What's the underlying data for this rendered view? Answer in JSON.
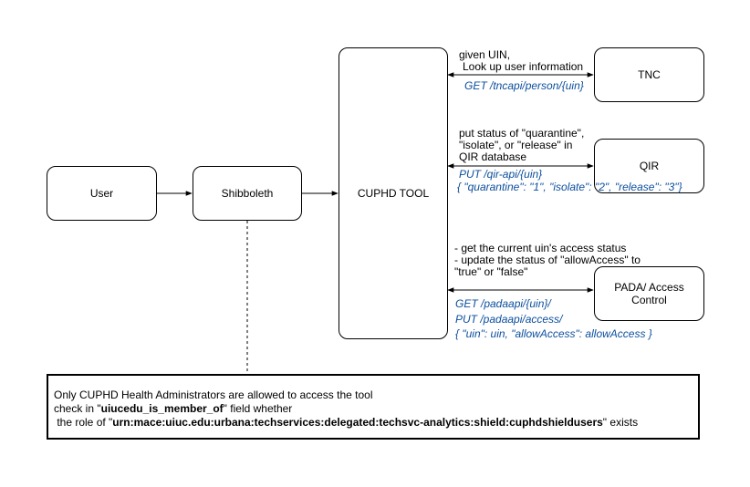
{
  "nodes": {
    "user": "User",
    "shibboleth": "Shibboleth",
    "cuphd_tool": "CUPHD TOOL",
    "tnc": "TNC",
    "qir": "QIR",
    "pada": "PADA/ Access Control"
  },
  "tnc_link": {
    "line1": "given UIN,",
    "line2": "Look up user information",
    "api": "GET /tncapi/person/{uin}"
  },
  "qir_link": {
    "line1": "put status of \"quarantine\",",
    "line2": "\"isolate\", or \"release\" in",
    "line3": "QIR database",
    "api": "PUT /qir-api/{uin}",
    "payload": "{ \"quarantine\": \"1\", \"isolate\": \"2\", \"release\": \"3\"}"
  },
  "pada_link": {
    "line1": "- get the current uin's access status",
    "line2": "- update the status of \"allowAccess\" to",
    "line3": "\"true\" or \"false\"",
    "api_get": "GET  /padaapi/{uin}/",
    "api_put": "PUT  /padaapi/access/",
    "payload": "{ \"uin\": uin, \"allowAccess\": allowAccess }"
  },
  "footer": {
    "line1": "Only CUPHD Health Administrators are allowed to access the tool",
    "line2_prefix": "check in \"",
    "line2_field": "uiucedu_is_member_of",
    "line2_suffix": "\" field whether",
    "line3_prefix": " the role of \"",
    "line3_role": "urn:mace:uiuc.edu:urbana:techservices:delegated:techsvc-analytics:shield:cuphdshieldusers",
    "line3_suffix": "\" exists"
  },
  "colors": {
    "api_text": "#0b4e9e",
    "border": "#000000"
  }
}
